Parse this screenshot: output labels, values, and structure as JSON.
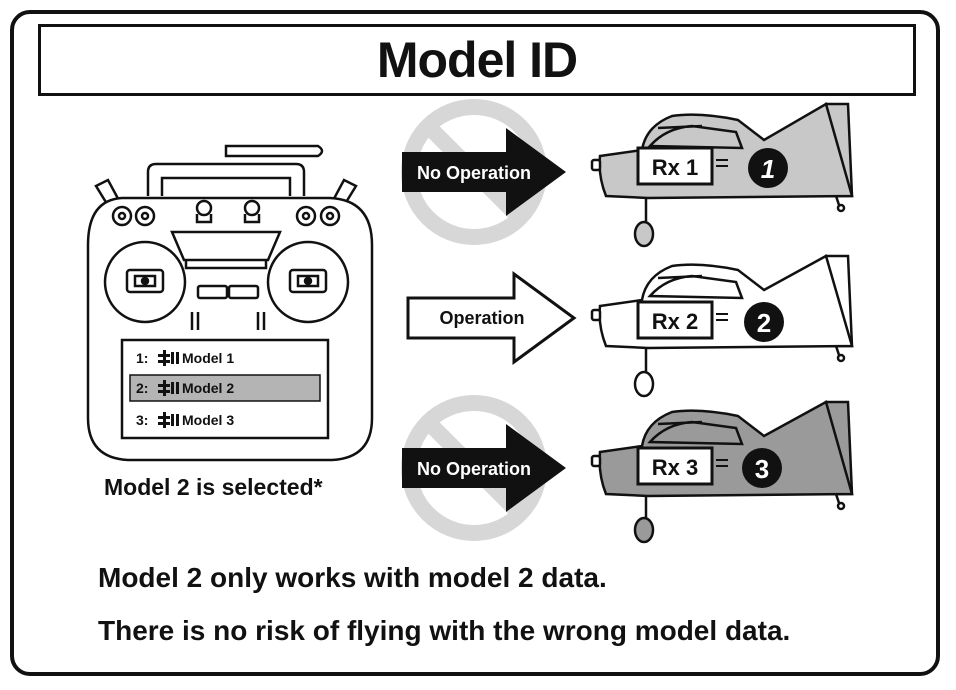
{
  "title": "Model ID",
  "transmitter": {
    "models": [
      {
        "prefix": "1:",
        "label": "Model 1",
        "selected": false
      },
      {
        "prefix": "2:",
        "label": "Model 2",
        "selected": true
      },
      {
        "prefix": "3:",
        "label": "Model 3",
        "selected": false
      }
    ],
    "caption": "Model 2 is selected*"
  },
  "arrows": [
    {
      "label": "No Operation",
      "prohibited": true
    },
    {
      "label": "Operation",
      "prohibited": false
    },
    {
      "label": "No Operation",
      "prohibited": true
    }
  ],
  "receivers": [
    {
      "label": "Rx 1",
      "number": "1"
    },
    {
      "label": "Rx 2",
      "number": "2"
    },
    {
      "label": "Rx 3",
      "number": "3"
    }
  ],
  "footer": {
    "line1": "Model 2 only works with model 2 data.",
    "line2": "There is no risk of flying with the wrong model data."
  },
  "colors": {
    "plane_light": "#c8c8c8",
    "plane_white": "#ffffff",
    "plane_dark": "#9a9a9a",
    "prohibit": "#d7d7d7",
    "ink": "#111111",
    "selected_row": "#b4b4b4"
  }
}
